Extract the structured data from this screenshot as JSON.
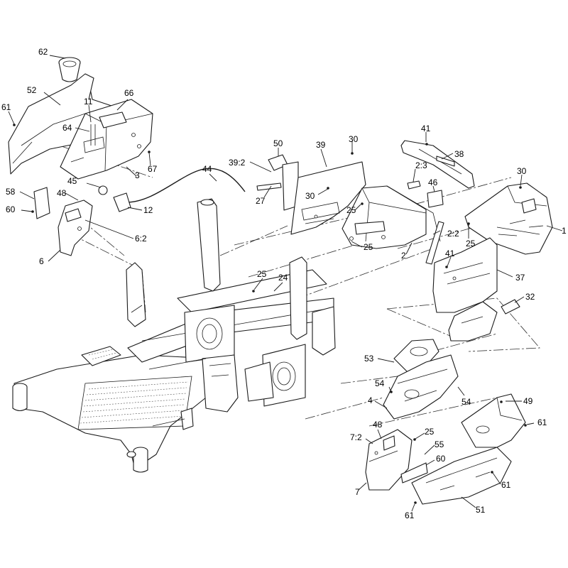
{
  "callouts": [
    {
      "id": "c62",
      "text": "62"
    },
    {
      "id": "c52",
      "text": "52"
    },
    {
      "id": "c61a",
      "text": "61"
    },
    {
      "id": "c11",
      "text": "11"
    },
    {
      "id": "c66",
      "text": "66"
    },
    {
      "id": "c64",
      "text": "64"
    },
    {
      "id": "c3",
      "text": "3"
    },
    {
      "id": "c67",
      "text": "67"
    },
    {
      "id": "c45",
      "text": "45"
    },
    {
      "id": "c44",
      "text": "44"
    },
    {
      "id": "c12",
      "text": "12"
    },
    {
      "id": "c58",
      "text": "58"
    },
    {
      "id": "c48a",
      "text": "48"
    },
    {
      "id": "c60a",
      "text": "60"
    },
    {
      "id": "c62b",
      "text": "6:2"
    },
    {
      "id": "c6",
      "text": "6"
    },
    {
      "id": "c50",
      "text": "50"
    },
    {
      "id": "c39",
      "text": "39"
    },
    {
      "id": "c30a",
      "text": "30"
    },
    {
      "id": "c392",
      "text": "39:2"
    },
    {
      "id": "c27",
      "text": "27"
    },
    {
      "id": "c30b",
      "text": "30"
    },
    {
      "id": "c25a",
      "text": "25"
    },
    {
      "id": "c25b",
      "text": "25"
    },
    {
      "id": "c2",
      "text": "2"
    },
    {
      "id": "c41a",
      "text": "41"
    },
    {
      "id": "c38",
      "text": "38"
    },
    {
      "id": "c23",
      "text": "2:3"
    },
    {
      "id": "c46",
      "text": "46"
    },
    {
      "id": "c30c",
      "text": "30"
    },
    {
      "id": "c1",
      "text": "1"
    },
    {
      "id": "c22",
      "text": "2:2"
    },
    {
      "id": "c25c",
      "text": "25"
    },
    {
      "id": "c41b",
      "text": "41"
    },
    {
      "id": "c37",
      "text": "37"
    },
    {
      "id": "c32",
      "text": "32"
    },
    {
      "id": "c25d",
      "text": "25"
    },
    {
      "id": "c24",
      "text": "24"
    },
    {
      "id": "c53",
      "text": "53"
    },
    {
      "id": "c54a",
      "text": "54"
    },
    {
      "id": "c54b",
      "text": "54"
    },
    {
      "id": "c4",
      "text": "4"
    },
    {
      "id": "c49",
      "text": "49"
    },
    {
      "id": "c61b",
      "text": "61"
    },
    {
      "id": "c48b",
      "text": "48"
    },
    {
      "id": "c25e",
      "text": "25"
    },
    {
      "id": "c72",
      "text": "7:2"
    },
    {
      "id": "c55",
      "text": "55"
    },
    {
      "id": "c60b",
      "text": "60"
    },
    {
      "id": "c7",
      "text": "7"
    },
    {
      "id": "c61c",
      "text": "61"
    },
    {
      "id": "c51",
      "text": "51"
    },
    {
      "id": "c61d",
      "text": "61"
    }
  ]
}
